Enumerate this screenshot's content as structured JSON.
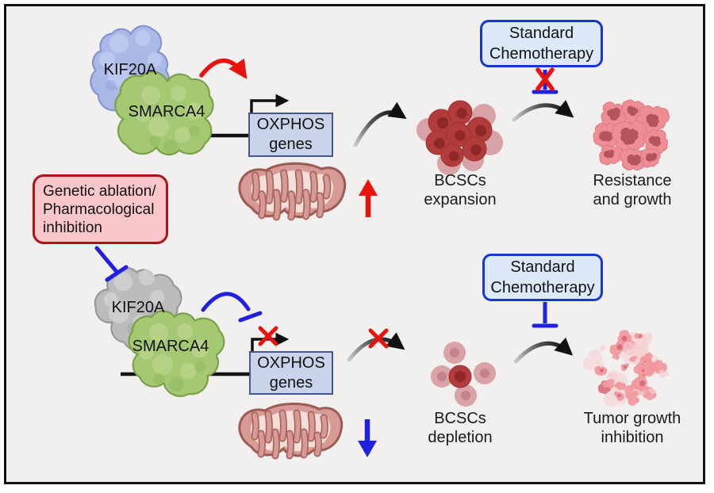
{
  "colors": {
    "background": "#f1f0ee",
    "frame_border": "#141414",
    "red": "#e8130d",
    "blue": "#2120e0",
    "black": "#111111",
    "kif20a_active_fill": "#aab9e6",
    "kif20a_active_edge": "#8494cf",
    "kif20a_active_bump": "#c3cdf1",
    "kif20a_active_bump_dark": "#93a4da",
    "kif20a_inactive_fill": "#bcbcbc",
    "kif20a_inactive_edge": "#979797",
    "kif20a_inactive_bump": "#d4d4d4",
    "kif20a_inactive_bump_dark": "#a6a6a6",
    "smarca4_fill": "#a5c873",
    "smarca4_edge": "#7ba04a",
    "smarca4_bump": "#bcd68c",
    "smarca4_bump_dark": "#8fb55f",
    "oxphos_box_fill": "#c9d3ea",
    "oxphos_box_border": "#47568f",
    "chemo_box_fill": "#dce9f8",
    "chemo_box_border": "#1736d4",
    "intervention_box_fill": "#f9c6ca",
    "intervention_box_border": "#b0121b",
    "mito_outer": "#d89a94",
    "mito_edge": "#9d5b55",
    "mito_inner": "#f3ded8",
    "mito_crista_edge": "#a8655e",
    "bcsc_dark": "#b23c3c",
    "bcsc_dark_edge": "#9e3232",
    "bcsc_dark_nucleus": "#8e2727",
    "bcsc_light": "#d9a2a6",
    "bcsc_light_nucleus": "#c18288",
    "resistant_cell": "#ee8d93",
    "resistant_cell_edge": "#d87b82",
    "resistant_nucleus": "#b5545c",
    "tumor_debris": "#f0999f",
    "tumor_debris_dark": "#d96e77",
    "tumor_debris_pale": "#f6cdd0",
    "dna": "#111111",
    "text": "#1a1a1a"
  },
  "top_pathway": {
    "kif20a_label": "KIF20A",
    "smarca4_label": "SMARCA4",
    "oxphos_box": {
      "line1": "OXPHOS",
      "line2": "genes"
    },
    "chemo_box": {
      "line1": "Standard",
      "line2": "Chemotherapy"
    },
    "bcsc": {
      "line1": "BCSCs",
      "line2": "expansion"
    },
    "outcome": {
      "line1": "Resistance",
      "line2": "and growth"
    }
  },
  "bottom_pathway": {
    "intervention_box": {
      "line1": "Genetic ablation/",
      "line2": "Pharmacological",
      "line3": "inhibition"
    },
    "kif20a_label": "KIF20A",
    "smarca4_label": "SMARCA4",
    "oxphos_box": {
      "line1": "OXPHOS",
      "line2": "genes"
    },
    "chemo_box": {
      "line1": "Standard",
      "line2": "Chemotherapy"
    },
    "bcsc": {
      "line1": "BCSCs",
      "line2": "depletion"
    },
    "outcome": {
      "line1": "Tumor growth",
      "line2": "inhibition"
    }
  }
}
